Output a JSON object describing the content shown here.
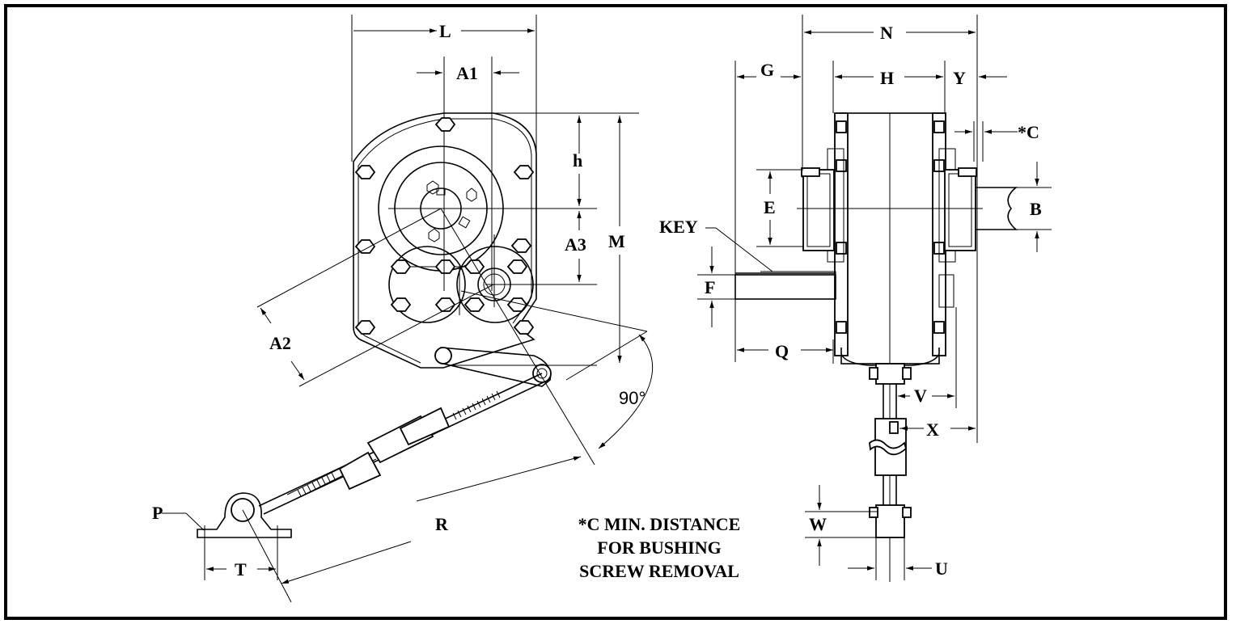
{
  "dimensions": {
    "L": "L",
    "A1": "A1",
    "h": "h",
    "A3": "A3",
    "M": "M",
    "A2": "A2",
    "N": "N",
    "G": "G",
    "H": "H",
    "Y": "Y",
    "C": "*C",
    "E": "E",
    "B": "B",
    "KEY": "KEY",
    "F": "F",
    "Q": "Q",
    "V": "V",
    "X": "X",
    "W": "W",
    "U": "U",
    "P": "P",
    "T": "T",
    "R": "R",
    "angle": "90°"
  },
  "note": {
    "line1": "*C MIN. DISTANCE",
    "line2": "FOR BUSHING",
    "line3": "SCREW REMOVAL"
  }
}
